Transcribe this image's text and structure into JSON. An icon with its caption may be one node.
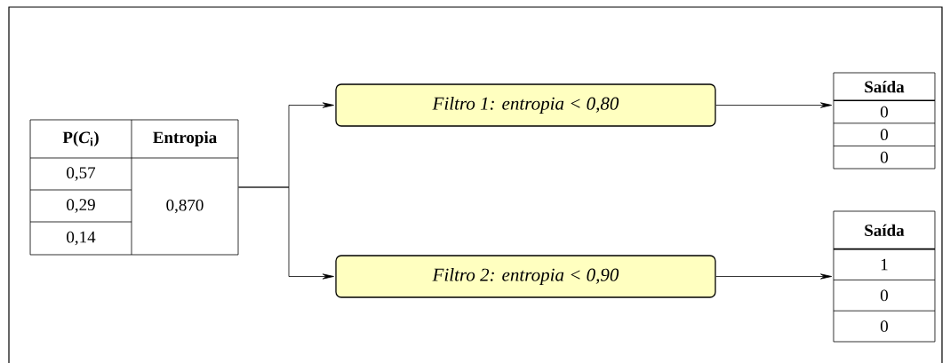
{
  "diagram": {
    "nodes": [
      {
        "text": [
          "P(*C*$_{i}$)",
          "Entropia",
          "0,57",
          "0,29",
          "0,14",
          "0,870"
        ]
      },
      {
        "text": [
          "Filtro 1: entropia < 0,80"
        ]
      },
      {
        "text": [
          "Filtro 2: entropia < 0,90"
        ]
      },
      {
        "text": [
          "Saída",
          "0",
          "0",
          "0"
        ]
      },
      {
        "text": [
          "Saída",
          "1",
          "0",
          "0"
        ]
      }
    ],
    "edges": [
      {
        "from": 0,
        "to": 1,
        "arrow": "to"
      },
      {
        "from": 0,
        "to": 2,
        "arrow": "to"
      },
      {
        "from": 1,
        "to": 3,
        "arrow": "to"
      },
      {
        "from": 2,
        "to": 4,
        "arrow": "to"
      }
    ]
  }
}
